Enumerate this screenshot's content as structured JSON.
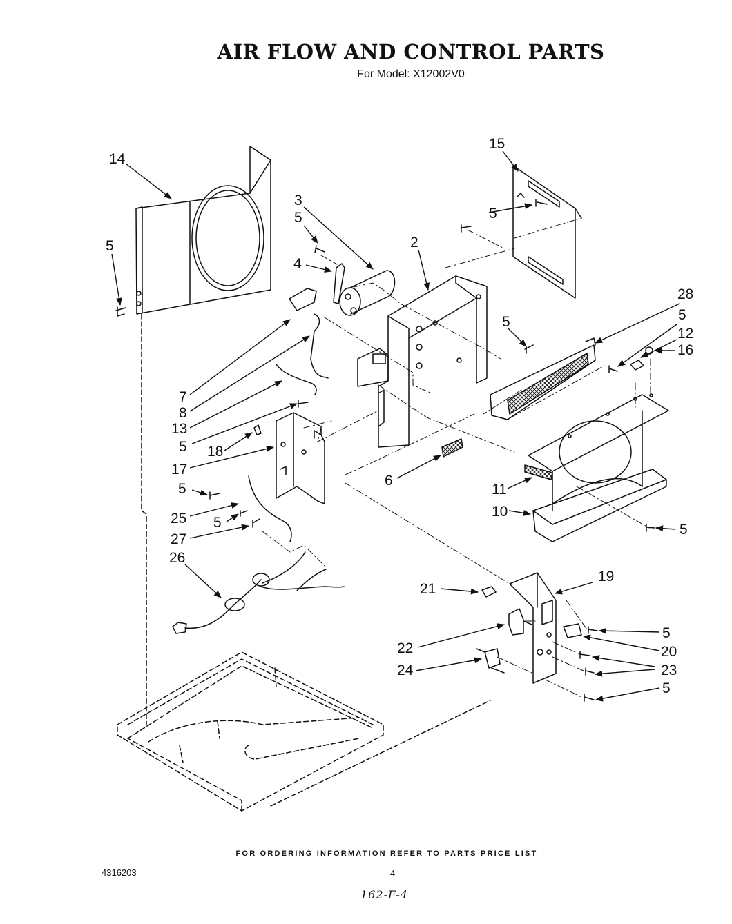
{
  "header": {
    "title": "AIR FLOW AND CONTROL PARTS",
    "subtitle": "For Model: X12002V0"
  },
  "callouts": {
    "c14": "14",
    "c15": "15",
    "c3": "3",
    "c5a": "5",
    "c5b": "5",
    "c5c": "5",
    "c2": "2",
    "c4": "4",
    "c28": "28",
    "c5d": "5",
    "c5e": "5",
    "c12": "12",
    "c16": "16",
    "c7": "7",
    "c8": "8",
    "c13": "13",
    "c5f": "5",
    "c18": "18",
    "c17": "17",
    "c6": "6",
    "c5g": "5",
    "c11": "11",
    "c25": "25",
    "c5h": "5",
    "c10": "10",
    "c5i": "5",
    "c27": "27",
    "c26": "26",
    "c19": "19",
    "c21": "21",
    "c5j": "5",
    "c22": "22",
    "c20": "20",
    "c24": "24",
    "c23": "23",
    "c5k": "5"
  },
  "footer": {
    "ordering_note": "FOR ORDERING INFORMATION REFER TO PARTS PRICE LIST",
    "doc_number": "4316203",
    "page_number": "4",
    "handwritten_note": "162-F-4"
  }
}
